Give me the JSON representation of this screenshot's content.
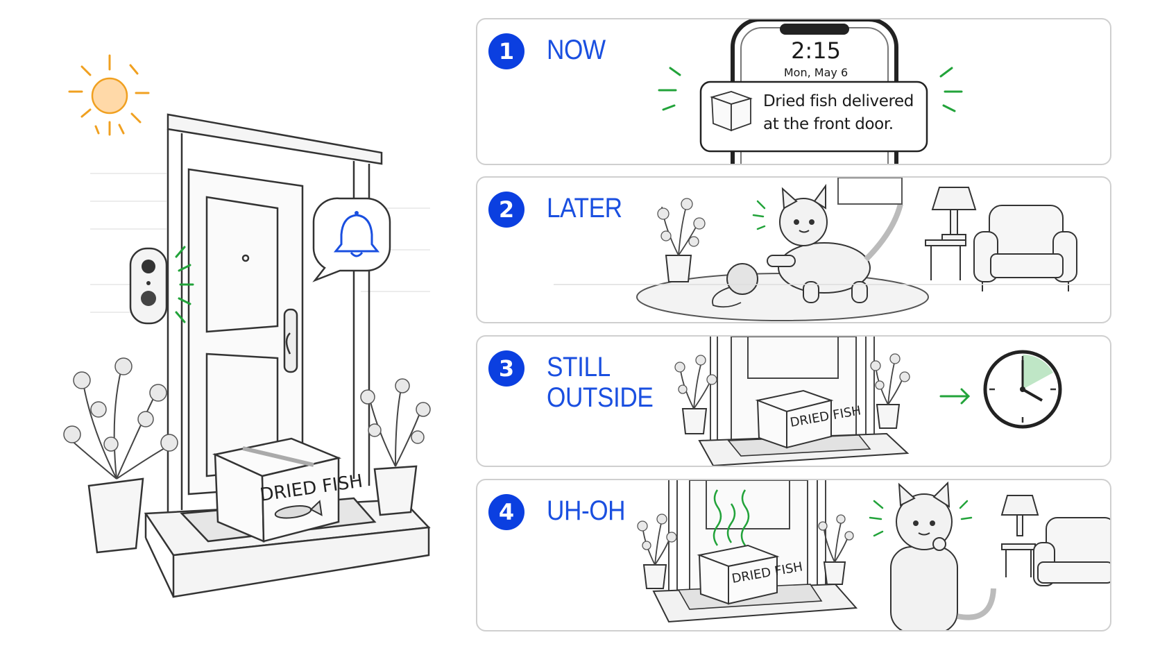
{
  "steps": [
    {
      "number": "1",
      "label": "NOW"
    },
    {
      "number": "2",
      "label": "LATER"
    },
    {
      "number": "3",
      "label": "STILL OUTSIDE"
    },
    {
      "number": "4",
      "label": "UH-OH"
    }
  ],
  "phone": {
    "time": "2:15",
    "date": "Mon, May 6",
    "notification": "Dried fish delivered at the front door."
  },
  "package": {
    "label": "DRIED FISH"
  },
  "colors": {
    "accent_blue": "#0b3fe0",
    "alert_green": "#22a33a",
    "sun_orange": "#f0a020",
    "line": "#333333"
  },
  "icons": [
    "sun-icon",
    "bell-icon",
    "doorbell-camera-icon",
    "clock-icon",
    "arrow-right-icon",
    "fish-icon"
  ]
}
